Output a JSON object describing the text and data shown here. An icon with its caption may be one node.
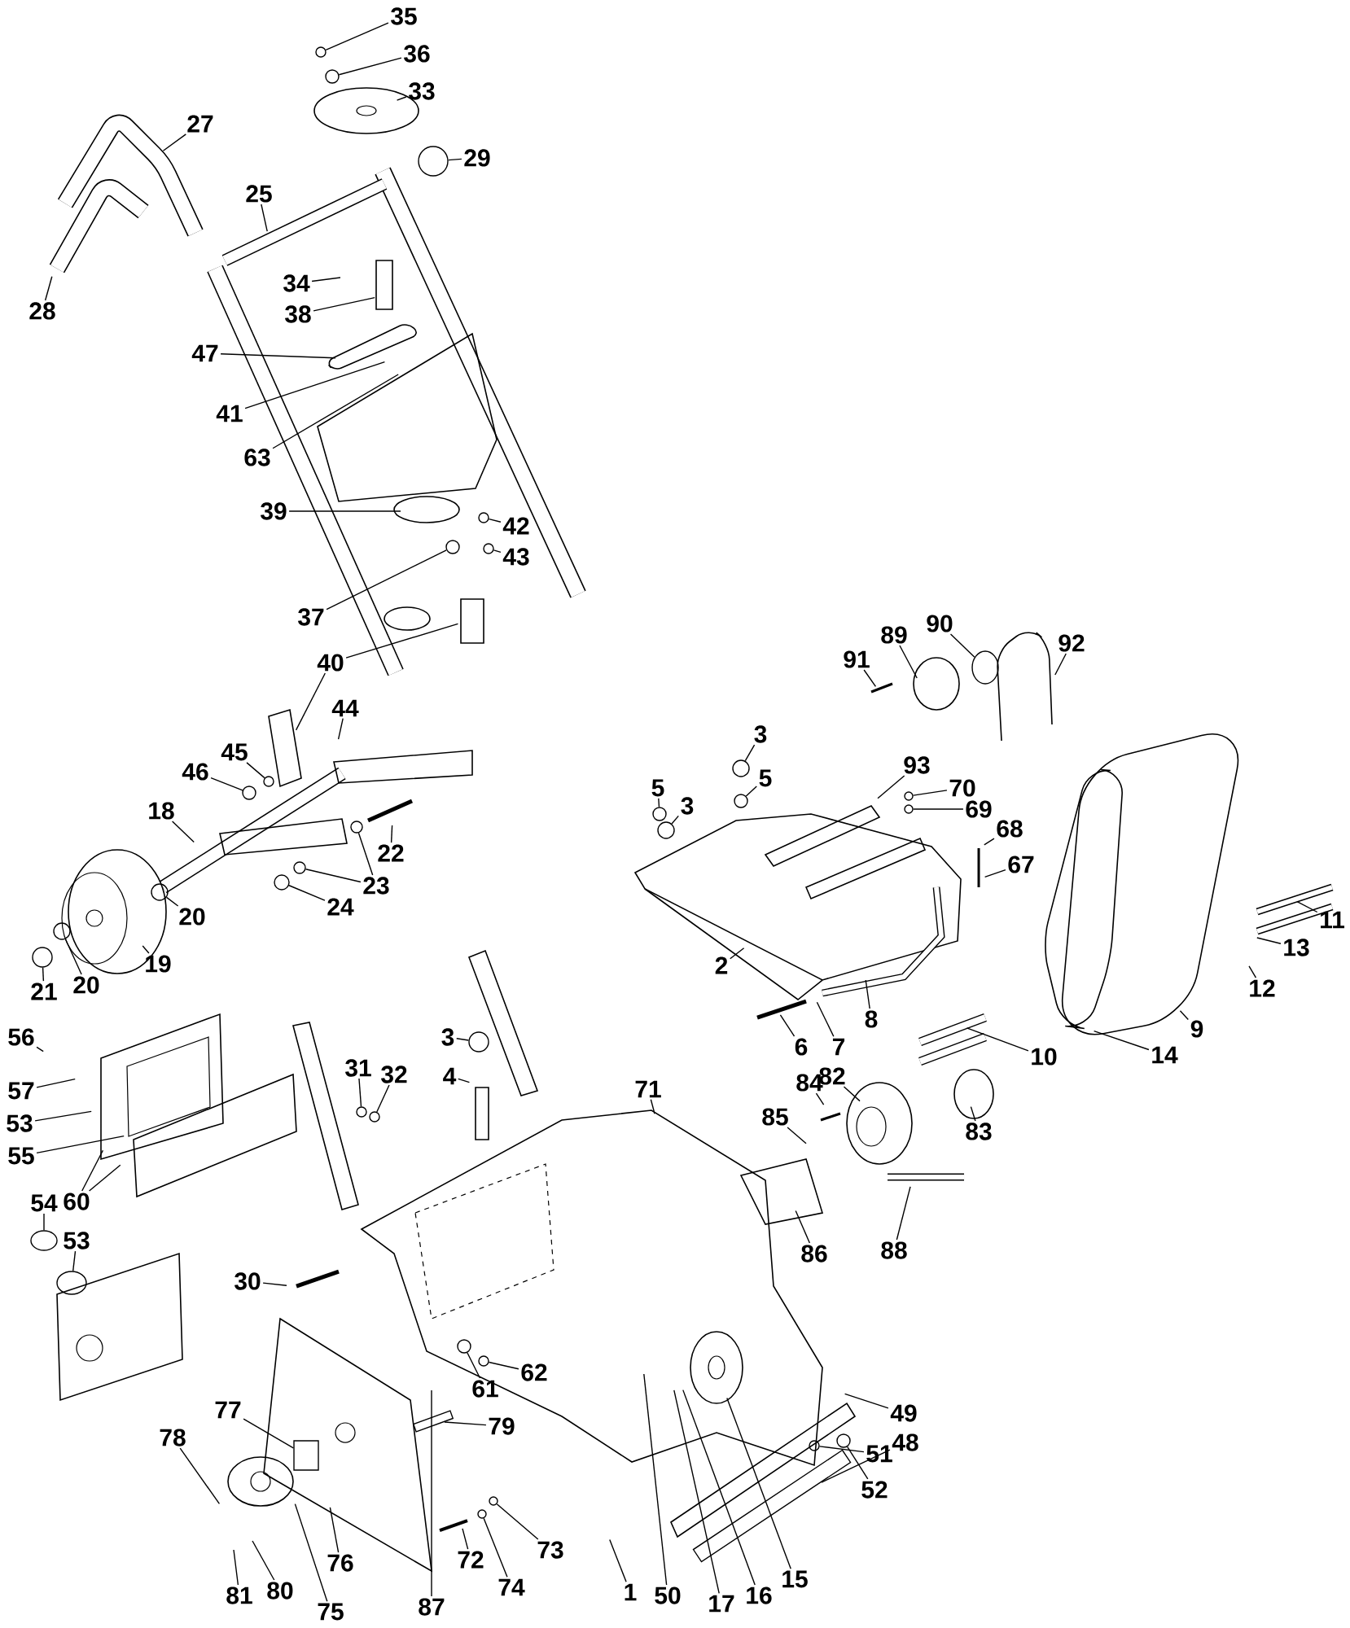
{
  "diagram": {
    "nodes": [
      {
        "text": [
          "35"
        ]
      },
      {
        "text": [
          "36"
        ]
      },
      {
        "text": [
          "33"
        ]
      },
      {
        "text": [
          "27"
        ]
      },
      {
        "text": [
          "29"
        ]
      },
      {
        "text": [
          "25"
        ]
      },
      {
        "text": [
          "28"
        ]
      },
      {
        "text": [
          "34"
        ]
      },
      {
        "text": [
          "38"
        ]
      },
      {
        "text": [
          "47"
        ]
      },
      {
        "text": [
          "41"
        ]
      },
      {
        "text": [
          "63"
        ]
      },
      {
        "text": [
          "39"
        ]
      },
      {
        "text": [
          "42"
        ]
      },
      {
        "text": [
          "43"
        ]
      },
      {
        "text": [
          "37"
        ]
      },
      {
        "text": [
          "40"
        ]
      },
      {
        "text": [
          "91"
        ]
      },
      {
        "text": [
          "89"
        ]
      },
      {
        "text": [
          "90"
        ]
      },
      {
        "text": [
          "92"
        ]
      },
      {
        "text": [
          "44"
        ]
      },
      {
        "text": [
          "3"
        ]
      },
      {
        "text": [
          "46"
        ]
      },
      {
        "text": [
          "45"
        ]
      },
      {
        "text": [
          "5"
        ]
      },
      {
        "text": [
          "93"
        ]
      },
      {
        "text": [
          "70"
        ]
      },
      {
        "text": [
          "5"
        ]
      },
      {
        "text": [
          "3"
        ]
      },
      {
        "text": [
          "69"
        ]
      },
      {
        "text": [
          "18"
        ]
      },
      {
        "text": [
          "68"
        ]
      },
      {
        "text": [
          "22"
        ]
      },
      {
        "text": [
          "67"
        ]
      },
      {
        "text": [
          "23"
        ]
      },
      {
        "text": [
          "24"
        ]
      },
      {
        "text": [
          "20"
        ]
      },
      {
        "text": [
          "11"
        ]
      },
      {
        "text": [
          "13"
        ]
      },
      {
        "text": [
          "19"
        ]
      },
      {
        "text": [
          "2"
        ]
      },
      {
        "text": [
          "20"
        ]
      },
      {
        "text": [
          "12"
        ]
      },
      {
        "text": [
          "21"
        ]
      },
      {
        "text": [
          "8"
        ]
      },
      {
        "text": [
          "9"
        ]
      },
      {
        "text": [
          "56"
        ]
      },
      {
        "text": [
          "3"
        ]
      },
      {
        "text": [
          "6"
        ]
      },
      {
        "text": [
          "7"
        ]
      },
      {
        "text": [
          "14"
        ]
      },
      {
        "text": [
          "10"
        ]
      },
      {
        "text": [
          "31"
        ]
      },
      {
        "text": [
          "32"
        ]
      },
      {
        "text": [
          "4"
        ]
      },
      {
        "text": [
          "82"
        ]
      },
      {
        "text": [
          "84"
        ]
      },
      {
        "text": [
          "71"
        ]
      },
      {
        "text": [
          "57"
        ]
      },
      {
        "text": [
          "85"
        ]
      },
      {
        "text": [
          "53"
        ]
      },
      {
        "text": [
          "83"
        ]
      },
      {
        "text": [
          "55"
        ]
      },
      {
        "text": [
          "60"
        ]
      },
      {
        "text": [
          "54"
        ]
      },
      {
        "text": [
          "53"
        ]
      },
      {
        "text": [
          "86"
        ]
      },
      {
        "text": [
          "88"
        ]
      },
      {
        "text": [
          "30"
        ]
      },
      {
        "text": [
          "62"
        ]
      },
      {
        "text": [
          "61"
        ]
      },
      {
        "text": [
          "77"
        ]
      },
      {
        "text": [
          "79"
        ]
      },
      {
        "text": [
          "78"
        ]
      },
      {
        "text": [
          "49"
        ]
      },
      {
        "text": [
          "48"
        ]
      },
      {
        "text": [
          "51"
        ]
      },
      {
        "text": [
          "52"
        ]
      },
      {
        "text": [
          "73"
        ]
      },
      {
        "text": [
          "72"
        ]
      },
      {
        "text": [
          "76"
        ]
      },
      {
        "text": [
          "15"
        ]
      },
      {
        "text": [
          "74"
        ]
      },
      {
        "text": [
          "1"
        ]
      },
      {
        "text": [
          "80"
        ]
      },
      {
        "text": [
          "81"
        ]
      },
      {
        "text": [
          "17"
        ]
      },
      {
        "text": [
          "16"
        ]
      },
      {
        "text": [
          "50"
        ]
      },
      {
        "text": [
          "75"
        ]
      },
      {
        "text": [
          "87"
        ]
      },
      {
        "text": [],
        "shape": "circle"
      },
      {
        "text": [],
        "shape": "circle"
      },
      {
        "text": [],
        "shape": "circle"
      },
      {
        "text": [],
        "shape": "circle"
      },
      {
        "text": [],
        "shape": "circle"
      },
      {
        "text": [],
        "shape": "circle"
      },
      {
        "text": [],
        "shape": "ellipse"
      },
      {
        "text": [],
        "shape": "circle"
      },
      {
        "text": [],
        "shape": "circle"
      },
      {
        "text": [],
        "shape": "circle"
      },
      {
        "text": [],
        "shape": "circle"
      },
      {
        "text": [],
        "shape": "circle"
      },
      {
        "text": [],
        "shape": "circle"
      },
      {
        "text": [],
        "shape": "circle"
      },
      {
        "text": [],
        "shape": "circle"
      },
      {
        "text": [],
        "shape": "circle"
      },
      {
        "text": [],
        "shape": "circle"
      },
      {
        "text": [],
        "shape": "circle"
      },
      {
        "text": [],
        "shape": "circle"
      },
      {
        "text": [],
        "shape": "circle"
      },
      {
        "text": [],
        "shape": "circle"
      },
      {
        "text": [],
        "shape": "circle"
      },
      {
        "text": [],
        "shape": "circle"
      },
      {
        "text": [],
        "shape": "circle"
      },
      {
        "text": [],
        "shape": "ellipse"
      },
      {
        "text": [],
        "shape": "ellipse"
      },
      {
        "text": [],
        "shape": "circle"
      },
      {
        "text": [],
        "shape": "circle"
      },
      {
        "text": [],
        "shape": "circle"
      },
      {
        "text": [],
        "shape": "circle"
      },
      {
        "text": [],
        "shape": "box"
      },
      {
        "text": [],
        "shape": "box"
      },
      {
        "text": [],
        "shape": "bar"
      },
      {
        "text": [],
        "shape": "circle"
      },
      {
        "text": [],
        "shape": "circle"
      }
    ],
    "edges": [
      {
        "from": 0,
        "to": 92,
        "arrow": "none"
      },
      {
        "from": 1,
        "to": 93,
        "arrow": "none"
      },
      {
        "from": 2,
        "to": null,
        "arrow": "none"
      },
      {
        "from": 3,
        "to": null,
        "arrow": "none"
      },
      {
        "from": 4,
        "to": 94,
        "arrow": "none"
      },
      {
        "from": 5,
        "to": null,
        "arrow": "none"
      },
      {
        "from": 6,
        "to": null,
        "arrow": "none"
      },
      {
        "from": 7,
        "to": null,
        "arrow": "none"
      },
      {
        "from": 8,
        "to": null,
        "arrow": "none"
      },
      {
        "from": 9,
        "to": null,
        "arrow": "none"
      },
      {
        "from": 10,
        "to": null,
        "arrow": "none"
      },
      {
        "from": 11,
        "to": null,
        "arrow": "none"
      },
      {
        "from": 12,
        "to": null,
        "arrow": "none"
      },
      {
        "from": 13,
        "to": 95,
        "arrow": "none"
      },
      {
        "from": 14,
        "to": 96,
        "arrow": "none"
      },
      {
        "from": 15,
        "to": 97,
        "arrow": "none"
      },
      {
        "from": 16,
        "to": null,
        "arrow": "none"
      },
      {
        "from": 17,
        "to": null,
        "arrow": "none"
      },
      {
        "from": 18,
        "to": null,
        "arrow": "none"
      },
      {
        "from": 19,
        "to": 98,
        "arrow": "none"
      },
      {
        "from": 20,
        "to": null,
        "arrow": "none"
      },
      {
        "from": 21,
        "to": null,
        "arrow": "none"
      },
      {
        "from": 22,
        "to": 99,
        "arrow": "none"
      },
      {
        "from": 23,
        "to": 101,
        "arrow": "none"
      },
      {
        "from": 24,
        "to": 100,
        "arrow": "none"
      },
      {
        "from": 25,
        "to": 102,
        "arrow": "none"
      },
      {
        "from": 26,
        "to": null,
        "arrow": "none"
      },
      {
        "from": 27,
        "to": 103,
        "arrow": "none"
      },
      {
        "from": 28,
        "to": 104,
        "arrow": "none"
      },
      {
        "from": 29,
        "to": 106,
        "arrow": "none"
      },
      {
        "from": 30,
        "to": 105,
        "arrow": "none"
      },
      {
        "from": 31,
        "to": null,
        "arrow": "none"
      },
      {
        "from": 32,
        "to": null,
        "arrow": "none"
      },
      {
        "from": 33,
        "to": null,
        "arrow": "none"
      },
      {
        "from": 34,
        "to": null,
        "arrow": "none"
      },
      {
        "from": 35,
        "to": 108,
        "arrow": "none"
      },
      {
        "from": 36,
        "to": 109,
        "arrow": "none"
      },
      {
        "from": 37,
        "to": 110,
        "arrow": "none"
      },
      {
        "from": 38,
        "to": null,
        "arrow": "none"
      },
      {
        "from": 39,
        "to": null,
        "arrow": "none"
      },
      {
        "from": 40,
        "to": null,
        "arrow": "none"
      },
      {
        "from": 41,
        "to": null,
        "arrow": "none"
      },
      {
        "from": 42,
        "to": 111,
        "arrow": "none"
      },
      {
        "from": 43,
        "to": null,
        "arrow": "none"
      },
      {
        "from": 44,
        "to": 112,
        "arrow": "none"
      },
      {
        "from": 45,
        "to": null,
        "arrow": "none"
      },
      {
        "from": 46,
        "to": null,
        "arrow": "none"
      },
      {
        "from": 47,
        "to": null,
        "arrow": "none"
      },
      {
        "from": 48,
        "to": 113,
        "arrow": "none"
      },
      {
        "from": 49,
        "to": null,
        "arrow": "none"
      },
      {
        "from": 50,
        "to": null,
        "arrow": "none"
      },
      {
        "from": 51,
        "to": null,
        "arrow": "none"
      },
      {
        "from": 52,
        "to": null,
        "arrow": "none"
      },
      {
        "from": 53,
        "to": 114,
        "arrow": "none"
      },
      {
        "from": 54,
        "to": 115,
        "arrow": "none"
      },
      {
        "from": 55,
        "to": null,
        "arrow": "none"
      },
      {
        "from": 56,
        "to": null,
        "arrow": "none"
      },
      {
        "from": 57,
        "to": null,
        "arrow": "none"
      },
      {
        "from": 58,
        "to": null,
        "arrow": "none"
      },
      {
        "from": 59,
        "to": null,
        "arrow": "none"
      },
      {
        "from": 60,
        "to": null,
        "arrow": "none"
      },
      {
        "from": 61,
        "to": null,
        "arrow": "none"
      },
      {
        "from": 62,
        "to": null,
        "arrow": "none"
      },
      {
        "from": 63,
        "to": null,
        "arrow": "none"
      },
      {
        "from": 64,
        "to": null,
        "arrow": "none"
      },
      {
        "from": 65,
        "to": 116,
        "arrow": "none"
      },
      {
        "from": 66,
        "to": 117,
        "arrow": "none"
      },
      {
        "from": 67,
        "to": null,
        "arrow": "none"
      },
      {
        "from": 68,
        "to": null,
        "arrow": "none"
      },
      {
        "from": 69,
        "to": null,
        "arrow": "none"
      },
      {
        "from": 70,
        "to": 119,
        "arrow": "none"
      },
      {
        "from": 71,
        "to": 118,
        "arrow": "none"
      },
      {
        "from": 72,
        "to": 122,
        "arrow": "none"
      },
      {
        "from": 73,
        "to": 123,
        "arrow": "none"
      },
      {
        "from": 74,
        "to": null,
        "arrow": "none"
      },
      {
        "from": 75,
        "to": null,
        "arrow": "none"
      },
      {
        "from": 76,
        "to": 124,
        "arrow": "none"
      },
      {
        "from": 77,
        "to": 125,
        "arrow": "none"
      },
      {
        "from": 78,
        "to": 126,
        "arrow": "none"
      },
      {
        "from": 79,
        "to": 120,
        "arrow": "none"
      },
      {
        "from": 80,
        "to": null,
        "arrow": "none"
      },
      {
        "from": 81,
        "to": null,
        "arrow": "none"
      },
      {
        "from": 82,
        "to": null,
        "arrow": "none"
      },
      {
        "from": 83,
        "to": 121,
        "arrow": "none"
      },
      {
        "from": 84,
        "to": null,
        "arrow": "none"
      },
      {
        "from": 85,
        "to": null,
        "arrow": "none"
      },
      {
        "from": 86,
        "to": null,
        "arrow": "none"
      },
      {
        "from": 87,
        "to": null,
        "arrow": "none"
      },
      {
        "from": 88,
        "to": null,
        "arrow": "none"
      },
      {
        "from": 89,
        "to": null,
        "arrow": "none"
      },
      {
        "from": 90,
        "to": null,
        "arrow": "none"
      },
      {
        "from": 91,
        "to": null,
        "arrow": "none"
      },
      {
        "from": 16,
        "to": null,
        "arrow": "none"
      },
      {
        "from": 35,
        "to": 107,
        "arrow": "none"
      },
      {
        "from": 64,
        "to": null,
        "arrow": "none"
      }
    ]
  }
}
